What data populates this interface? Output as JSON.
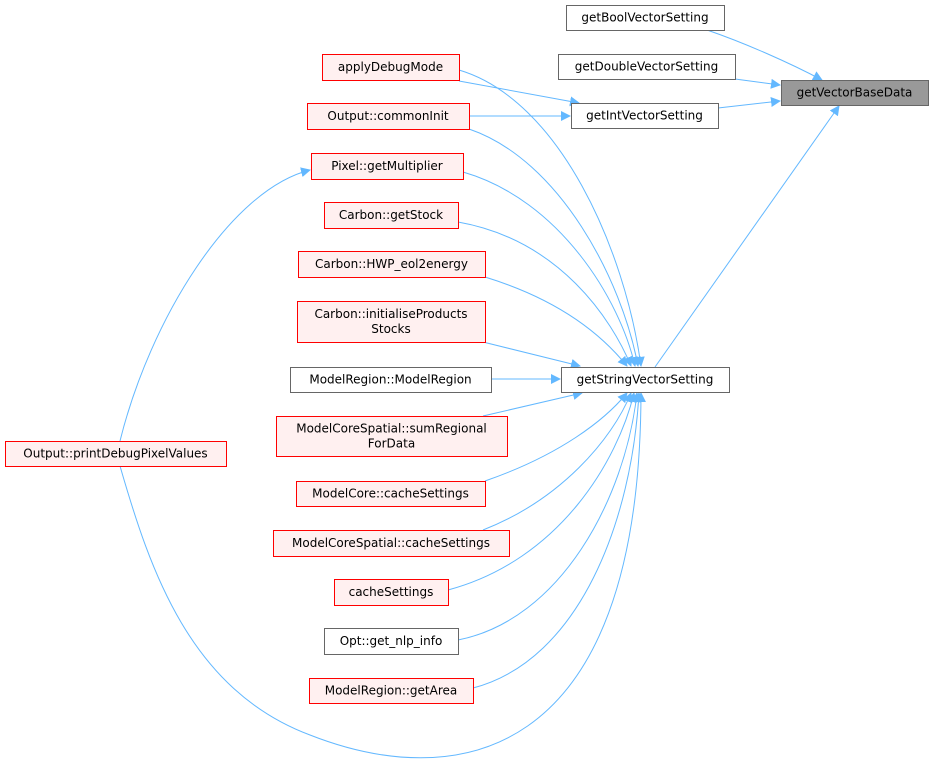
{
  "graph": {
    "type": "call-graph",
    "colors": {
      "edge": "#63b8ff",
      "focus_fill": "#999999",
      "focus_stroke": "#666666",
      "normal_fill": "#ffffff",
      "normal_stroke": "#666666",
      "truncated_fill": "#fff0f0",
      "truncated_stroke": "#ff0000"
    },
    "nodes": [
      {
        "id": "getBoolVectorSetting",
        "lines": [
          "getBoolVectorSetting"
        ],
        "style": "normal"
      },
      {
        "id": "getDoubleVectorSetting",
        "lines": [
          "getDoubleVectorSetting"
        ],
        "style": "normal"
      },
      {
        "id": "getVectorBaseData",
        "lines": [
          "getVectorBaseData"
        ],
        "style": "focus"
      },
      {
        "id": "getIntVectorSetting",
        "lines": [
          "getIntVectorSetting"
        ],
        "style": "normal"
      },
      {
        "id": "applyDebugMode",
        "lines": [
          "applyDebugMode"
        ],
        "style": "truncated"
      },
      {
        "id": "commonInit",
        "lines": [
          "Output::commonInit"
        ],
        "style": "truncated"
      },
      {
        "id": "getMultiplier",
        "lines": [
          "Pixel::getMultiplier"
        ],
        "style": "truncated"
      },
      {
        "id": "getStock",
        "lines": [
          "Carbon::getStock"
        ],
        "style": "truncated"
      },
      {
        "id": "HWP_eol2energy",
        "lines": [
          "Carbon::HWP_eol2energy"
        ],
        "style": "truncated"
      },
      {
        "id": "initialiseProductsStocks",
        "lines": [
          "Carbon::initialiseProducts",
          "Stocks"
        ],
        "style": "truncated"
      },
      {
        "id": "ModelRegion",
        "lines": [
          "ModelRegion::ModelRegion"
        ],
        "style": "normal"
      },
      {
        "id": "getStringVectorSetting",
        "lines": [
          "getStringVectorSetting"
        ],
        "style": "normal"
      },
      {
        "id": "sumRegionalForData",
        "lines": [
          "ModelCoreSpatial::sumRegional",
          "ForData"
        ],
        "style": "truncated"
      },
      {
        "id": "ModelCoreCacheSettings",
        "lines": [
          "ModelCore::cacheSettings"
        ],
        "style": "truncated"
      },
      {
        "id": "ModelCoreSpatialCacheSettings",
        "lines": [
          "ModelCoreSpatial::cacheSettings"
        ],
        "style": "truncated"
      },
      {
        "id": "cacheSettings",
        "lines": [
          "cacheSettings"
        ],
        "style": "truncated"
      },
      {
        "id": "get_nlp_info",
        "lines": [
          "Opt::get_nlp_info"
        ],
        "style": "normal"
      },
      {
        "id": "getArea",
        "lines": [
          "ModelRegion::getArea"
        ],
        "style": "truncated"
      },
      {
        "id": "printDebugPixelValues",
        "lines": [
          "Output::printDebugPixelValues"
        ],
        "style": "truncated"
      }
    ],
    "edges": [
      {
        "from": "getBoolVectorSetting",
        "to": "getVectorBaseData"
      },
      {
        "from": "getDoubleVectorSetting",
        "to": "getVectorBaseData"
      },
      {
        "from": "getIntVectorSetting",
        "to": "getVectorBaseData"
      },
      {
        "from": "getStringVectorSetting",
        "to": "getVectorBaseData"
      },
      {
        "from": "applyDebugMode",
        "to": "getIntVectorSetting"
      },
      {
        "from": "commonInit",
        "to": "getIntVectorSetting"
      },
      {
        "from": "printDebugPixelValues",
        "to": "getMultiplier"
      },
      {
        "from": "printDebugPixelValues",
        "to": "getStringVectorSetting"
      },
      {
        "from": "applyDebugMode",
        "to": "getStringVectorSetting"
      },
      {
        "from": "commonInit",
        "to": "getStringVectorSetting"
      },
      {
        "from": "getMultiplier",
        "to": "getStringVectorSetting"
      },
      {
        "from": "getStock",
        "to": "getStringVectorSetting"
      },
      {
        "from": "HWP_eol2energy",
        "to": "getStringVectorSetting"
      },
      {
        "from": "initialiseProductsStocks",
        "to": "getStringVectorSetting"
      },
      {
        "from": "ModelRegion",
        "to": "getStringVectorSetting"
      },
      {
        "from": "sumRegionalForData",
        "to": "getStringVectorSetting"
      },
      {
        "from": "ModelCoreCacheSettings",
        "to": "getStringVectorSetting"
      },
      {
        "from": "ModelCoreSpatialCacheSettings",
        "to": "getStringVectorSetting"
      },
      {
        "from": "cacheSettings",
        "to": "getStringVectorSetting"
      },
      {
        "from": "get_nlp_info",
        "to": "getStringVectorSetting"
      },
      {
        "from": "getArea",
        "to": "getStringVectorSetting"
      }
    ]
  }
}
